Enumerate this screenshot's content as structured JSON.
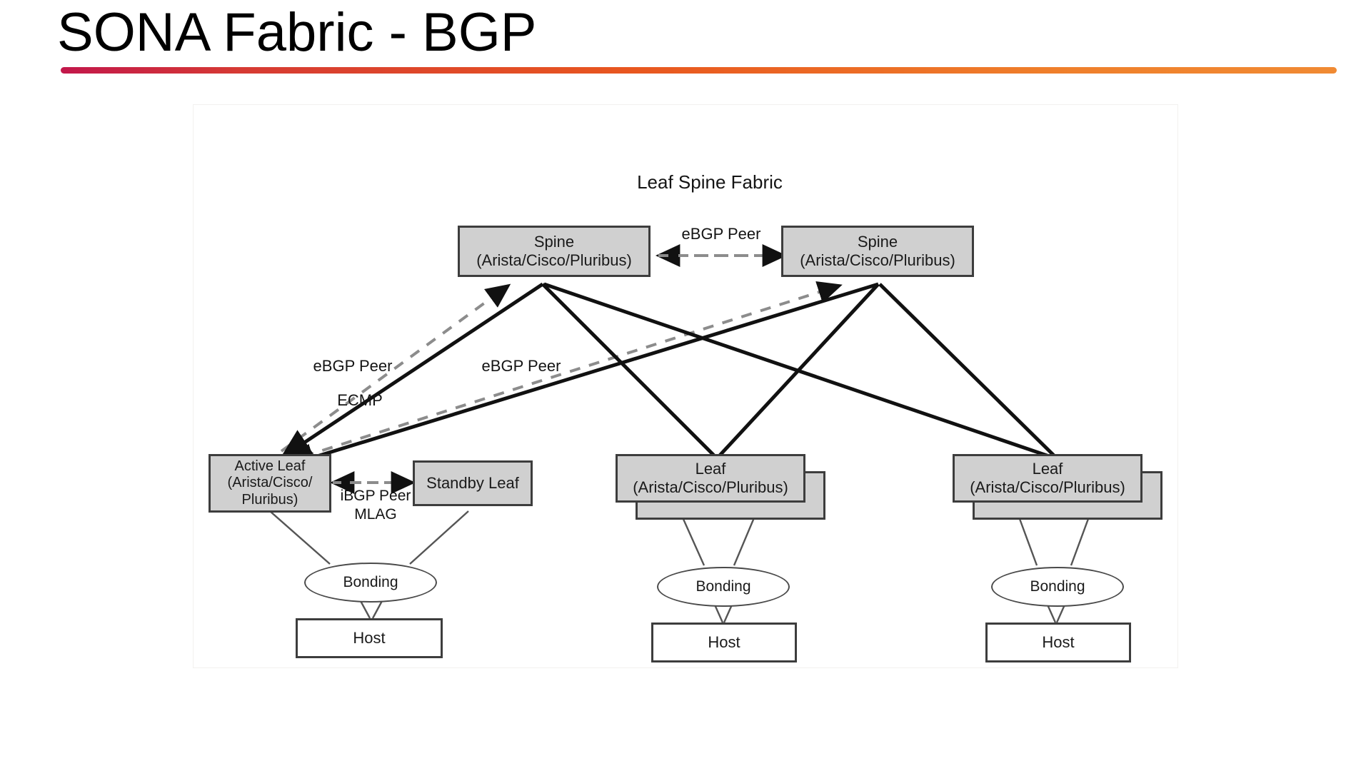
{
  "slide": {
    "title": "SONA Fabric - BGP",
    "accent_start": "#c2174b",
    "accent_end": "#f08a33"
  },
  "diagram": {
    "title": "Leaf Spine Fabric",
    "node_fill": "#d0d0d0",
    "node_stroke": "#3d3d3d",
    "link_solid_color": "#111111",
    "link_dashed_color": "#8c8c8c",
    "nodes": {
      "spine_left": "Spine\n(Arista/Cisco/Pluribus)",
      "spine_right": "Spine\n(Arista/Cisco/Pluribus)",
      "active_leaf": "Active Leaf\n(Arista/Cisco/\nPluribus)",
      "standby_leaf": "Standby Leaf",
      "leaf_mid": "Leaf\n(Arista/Cisco/Pluribus)",
      "leaf_right": "Leaf\n(Arista/Cisco/Pluribus)",
      "bonding_left": "Bonding",
      "bonding_mid": "Bonding",
      "bonding_right": "Bonding",
      "host_left": "Host",
      "host_mid": "Host",
      "host_right": "Host"
    },
    "labels": {
      "spine_to_spine": "eBGP Peer",
      "left_ebgp": "eBGP Peer",
      "ecmp": "ECMP",
      "right_ebgp": "eBGP Peer",
      "mlag": "iBGP Peer\nMLAG"
    }
  }
}
